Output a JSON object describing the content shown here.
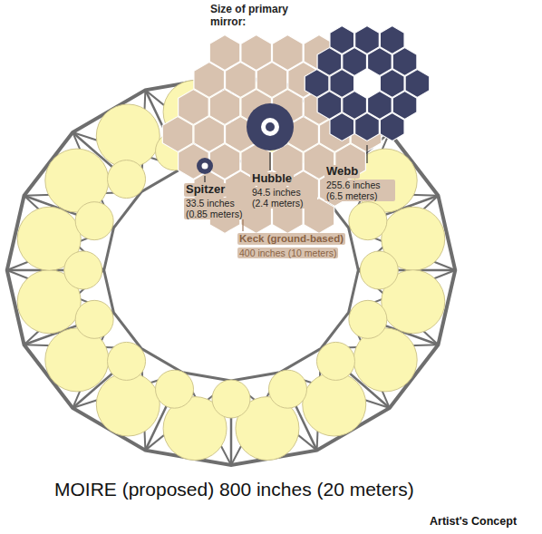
{
  "diagram": {
    "title": "Size of primary mirror:",
    "caption": "MOIRE (proposed) 800 inches (20 meters)",
    "labels": [
      "Spitzer",
      "33.5 inches (0.85 meters)",
      "Hubble",
      "94.5 inches (2.4 meters)",
      "Webb",
      "255.6 inches (6.5 meters)",
      "Keck (ground-based)",
      "400 inches (10 meters)",
      "Artist's Concept"
    ]
  }
}
